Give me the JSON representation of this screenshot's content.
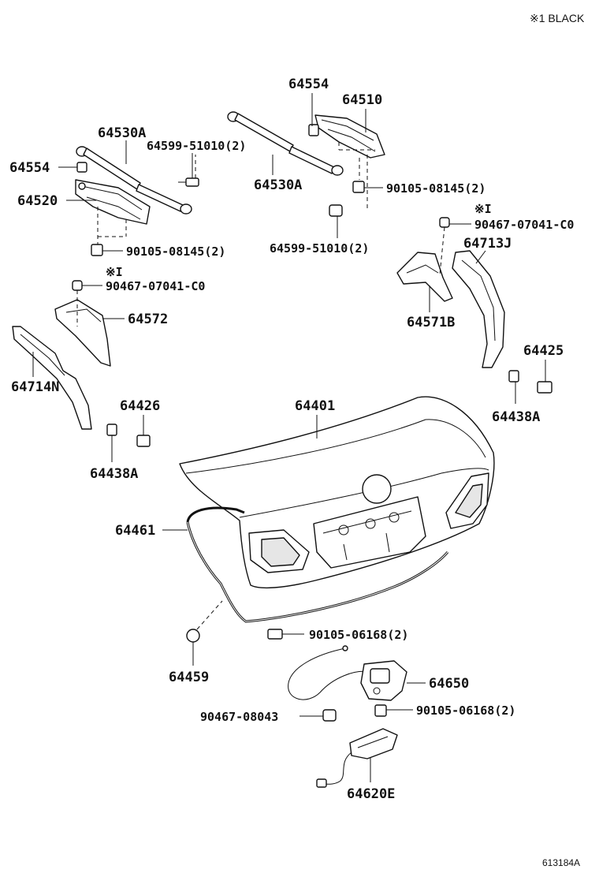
{
  "legend_note": "※1 BLACK",
  "figure_id": "613184A",
  "labels": {
    "l64554_a": "64554",
    "l64510": "64510",
    "l64530A_a": "64530A",
    "l64599_a": "64599-51010(2)",
    "l64554_b": "64554",
    "l64530A_b": "64530A",
    "l64520": "64520",
    "l90105_08145_a": "90105-08145(2)",
    "l64599_b": "64599-51010(2)",
    "l90105_08145_b": "90105-08145(2)",
    "l_mark1_right": "※I",
    "l90467_07041_right": "90467-07041-C0",
    "l64713J": "64713J",
    "l_mark1_left": "※I",
    "l90467_07041_left": "90467-07041-C0",
    "l64572": "64572",
    "l64571B": "64571B",
    "l64425": "64425",
    "l64714N": "64714N",
    "l64426": "64426",
    "l64401": "64401",
    "l64438A_right": "64438A",
    "l64438A_left": "64438A",
    "l64461": "64461",
    "l90105_06168_a": "90105-06168(2)",
    "l64459": "64459",
    "l64650": "64650",
    "l90467_08043": "90467-08043",
    "l90105_06168_b": "90105-06168(2)",
    "l64620E": "64620E"
  }
}
